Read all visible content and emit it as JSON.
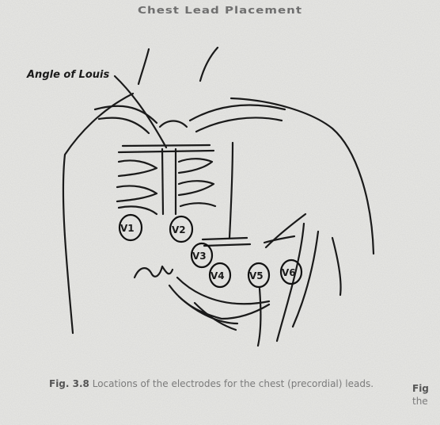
{
  "header": {
    "title": "Chest Lead Placement"
  },
  "labels": {
    "angle_of_louis": "Angle of Louis"
  },
  "electrodes": [
    {
      "label": "V1"
    },
    {
      "label": "V2"
    },
    {
      "label": "V3"
    },
    {
      "label": "V4"
    },
    {
      "label": "V5"
    },
    {
      "label": "V6"
    }
  ],
  "caption": {
    "number": "Fig. 3.8",
    "text": "Locations of the electrodes for the chest (precordial) leads."
  },
  "side_fragment": {
    "line1": "Fig",
    "line2": "the"
  }
}
